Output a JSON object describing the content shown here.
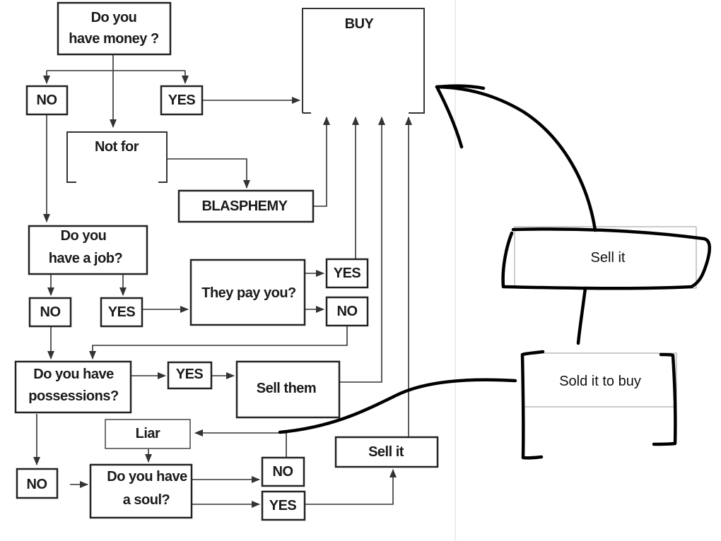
{
  "flowchart": {
    "buy": "BUY",
    "money_q": [
      "Do you",
      "have money ?"
    ],
    "no_1": "NO",
    "yes_1": "YES",
    "not_for": "Not for",
    "blasphemy": "BLASPHEMY",
    "job_q": [
      "Do you",
      "have a job?"
    ],
    "no_2": "NO",
    "yes_2": "YES",
    "pay_q": "They pay you?",
    "pay_yes": "YES",
    "pay_no": "NO",
    "possessions_q": [
      "Do you have",
      "possessions?"
    ],
    "possessions_yes": "YES",
    "sell_them": "Sell them",
    "liar": "Liar",
    "possessions_no": "NO",
    "soul_q": [
      "Do you have",
      "a soul?"
    ],
    "soul_no": "NO",
    "soul_yes": "YES",
    "sell_it": "Sell it"
  },
  "annotations": {
    "sell_it": "Sell it",
    "sold_it_to_buy": "Sold it to buy"
  }
}
